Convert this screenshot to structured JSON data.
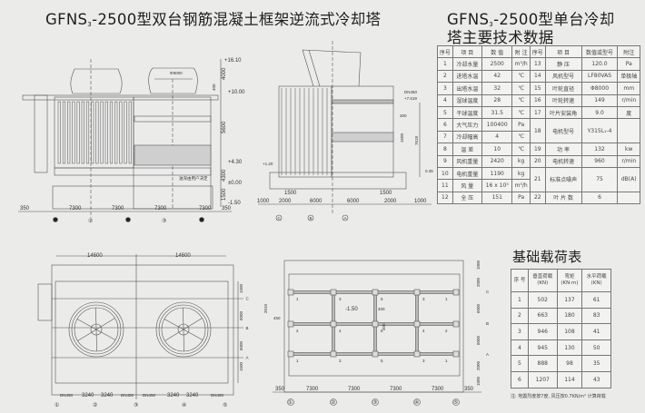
{
  "main_title": {
    "prefix": "GFNS",
    "sub": "3",
    "suffix": "-2500型双台钢筋混凝土框架逆流式冷却塔"
  },
  "tech_title": {
    "line1_prefix": "GFNS",
    "line1_sub": "3",
    "line1_suffix": "-2500型单台冷却",
    "line2": "塔主要技术数据"
  },
  "tech_table": {
    "headers": [
      "序号",
      "项 目",
      "数 值",
      "附 注",
      "序号",
      "项 目",
      "数值或型号",
      "附注"
    ],
    "left_rows": [
      [
        "1",
        "冷却水量",
        "2500",
        "m³/h"
      ],
      [
        "2",
        "进塔水温",
        "42",
        "℃"
      ],
      [
        "3",
        "出塔水温",
        "32",
        "℃"
      ],
      [
        "4",
        "湿球温度",
        "28",
        "℃"
      ],
      [
        "5",
        "干球温度",
        "31.5",
        "℃"
      ],
      [
        "6",
        "大气压力",
        "100400",
        "Pa"
      ],
      [
        "7",
        "冷却幅高",
        "4",
        "℃"
      ],
      [
        "8",
        "温 差",
        "10",
        "℃"
      ],
      [
        "9",
        "风机重量",
        "2420",
        "kg"
      ],
      [
        "10",
        "电机重量",
        "1190",
        "kg"
      ],
      [
        "11",
        "风 量",
        "16 x 10⁵",
        "m³/h"
      ],
      [
        "12",
        "全 压",
        "151",
        "Pa"
      ]
    ],
    "right_rows": [
      {
        "cells": [
          "13",
          "静 压",
          "120.0",
          "Pa"
        ],
        "rows": 1
      },
      {
        "cells": [
          "14",
          "风机型号",
          "LF80VAS",
          "单极轴"
        ],
        "rows": 1
      },
      {
        "cells": [
          "15",
          "叶轮直径",
          "Φ8000",
          "mm"
        ],
        "rows": 1
      },
      {
        "cells": [
          "16",
          "叶轮转速",
          "149",
          "r/min"
        ],
        "rows": 1
      },
      {
        "cells": [
          "17",
          "叶片安装角",
          "9.0",
          "度"
        ],
        "rows": 1
      },
      {
        "cells": [
          "18",
          "电机型号",
          "Y315L₁-4",
          ""
        ],
        "rows": 2
      },
      {
        "cells": [
          "19",
          "功 率",
          "132",
          "kw"
        ],
        "rows": 1
      },
      {
        "cells": [
          "20",
          "电机转速",
          "960",
          "r/min"
        ],
        "rows": 1
      },
      {
        "cells": [
          "21",
          "标准点噪声",
          "75",
          "dB(A)"
        ],
        "rows": 2
      },
      {
        "cells": [
          "22",
          "叶 片 数",
          "6",
          ""
        ],
        "rows": 1
      }
    ]
  },
  "load_title": "基础载荷表",
  "load_table": {
    "headers": [
      [
        "序 号",
        ""
      ],
      [
        "垂直荷载",
        "(KN)"
      ],
      [
        "弯矩",
        "(KN·m)"
      ],
      [
        "水平荷载",
        "(KN)"
      ]
    ],
    "rows": [
      [
        "1",
        "502",
        "137",
        "61"
      ],
      [
        "2",
        "663",
        "180",
        "83"
      ],
      [
        "3",
        "946",
        "108",
        "41"
      ],
      [
        "4",
        "945",
        "130",
        "50"
      ],
      [
        "5",
        "888",
        "98",
        "35"
      ],
      [
        "6",
        "1207",
        "114",
        "43"
      ]
    ],
    "note": "注: 地震烈度按7度, 风压按0.7KN/m² 计算荷载"
  },
  "drawings": {
    "front": {
      "dims": [
        "350",
        "7300",
        "7300",
        "7300",
        "7300",
        "350"
      ],
      "axes": [
        "②",
        "③"
      ],
      "levels": [
        "+16.10",
        "+10.00",
        "+4.30",
        "±0.00",
        "-1.50"
      ],
      "heights": [
        "4000",
        "5600",
        "4300",
        "1500",
        "400"
      ],
      "fan_dia": "Φ8000",
      "note": "油深由用户决定"
    },
    "side": {
      "dims": [
        "1000",
        "2000",
        "6000",
        "6000",
        "2000",
        "1000"
      ],
      "axes": [
        "C",
        "B",
        "A"
      ],
      "labels": [
        "DN450",
        "+7.619",
        "300",
        "1500",
        "7618",
        "0.35",
        "+1.20",
        "1500",
        "1500"
      ]
    },
    "plan": {
      "top_dims": [
        "14600",
        "14600"
      ],
      "right_dims": [
        "1500",
        "6000",
        "6000",
        "1500"
      ],
      "right_axes": [
        "C",
        "B",
        "A"
      ],
      "bottom": [
        "DN450",
        "3240",
        "3240",
        "DN450",
        "DN450",
        "3240",
        "3240",
        "DN450"
      ],
      "axes": [
        "①",
        "②",
        "③",
        "④",
        "⑤"
      ]
    },
    "foundation": {
      "dims": [
        "350",
        "7300",
        "7300",
        "7300",
        "7300",
        "350"
      ],
      "axes": [
        "①",
        "②",
        "③",
        "④",
        "⑤"
      ],
      "right_axes": [
        "C",
        "B",
        "A"
      ],
      "right_dims": [
        "1000",
        "2000",
        "6000",
        "6000",
        "2000",
        "1000"
      ],
      "col_ids": [
        [
          "1",
          "3",
          "5",
          "3",
          "1"
        ],
        [
          "2",
          "4",
          "6",
          "4",
          "2"
        ],
        [
          "1",
          "3",
          "5",
          "3",
          "1"
        ]
      ],
      "labels": [
        "-1.50",
        "400",
        "400",
        "2010",
        "450"
      ]
    }
  }
}
